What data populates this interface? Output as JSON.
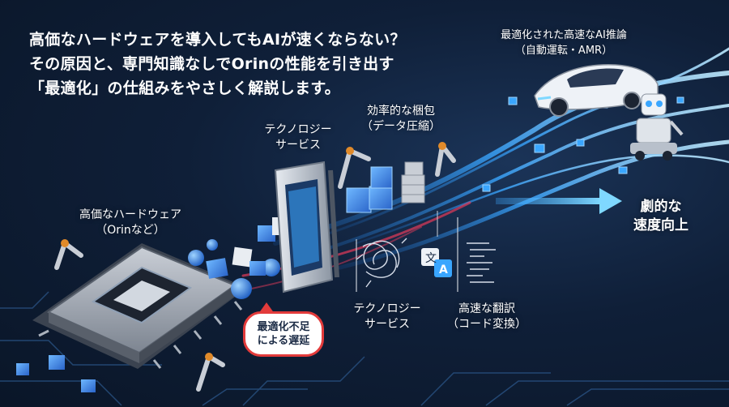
{
  "headline": {
    "line1": "高価なハードウェアを導入してもAIが速くならない？",
    "line2": "その原因と、専門知識なしでOrinの性能を引き出す",
    "line3": "「最適化」の仕組みをやさしく解説します。"
  },
  "labels": {
    "hardware_line1": "高価なハードウェア",
    "hardware_line2": "（Orinなど）",
    "tech_service_top_line1": "テクノロジー",
    "tech_service_top_line2": "サービス",
    "packing_line1": "効率的な梱包",
    "packing_line2": "（データ圧縮）",
    "tech_service_bottom_line1": "テクノロジー",
    "tech_service_bottom_line2": "サービス",
    "translation_line1": "高速な翻訳",
    "translation_line2": "（コード変換）",
    "ai_inference_line1": "最適化された高速なAI推論",
    "ai_inference_line2": "（自動運転・AMR）",
    "speedup_line1": "劇的な",
    "speedup_line2": "速度向上"
  },
  "bubble": {
    "line1": "最適化不足",
    "line2": "による遅延",
    "border_color": "#e33b3b"
  },
  "translate_icon": {
    "source_glyph": "文",
    "target_glyph": "A"
  },
  "colors": {
    "background": "#0f1f38",
    "accent_blue": "#3aa6ff",
    "glow_cyan": "#7fd8ff",
    "alert_red": "#e33b3b"
  }
}
